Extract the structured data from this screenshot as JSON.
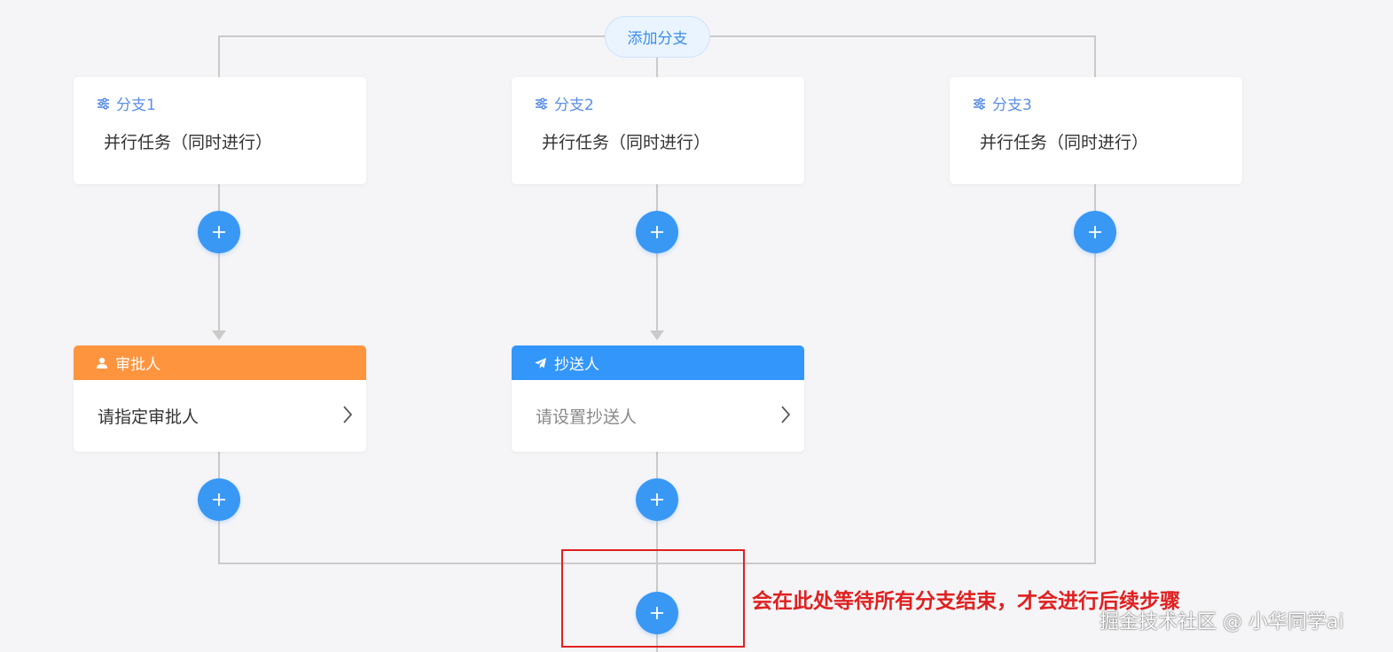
{
  "add_branch_label": "添加分支",
  "branches": [
    {
      "title": "分支1",
      "desc": "并行任务（同时进行）",
      "icon": "sliders-icon"
    },
    {
      "title": "分支2",
      "desc": "并行任务（同时进行）",
      "icon": "sliders-icon"
    },
    {
      "title": "分支3",
      "desc": "并行任务（同时进行）",
      "icon": "sliders-icon"
    }
  ],
  "approver_node": {
    "title": "审批人",
    "placeholder": "请指定审批人",
    "color": "#ff943e",
    "icon": "user-icon"
  },
  "cc_node": {
    "title": "抄送人",
    "placeholder": "请设置抄送人",
    "color": "#3296fa",
    "icon": "paper-plane-icon"
  },
  "add_button_icon": "plus-icon",
  "annotation_text": "会在此处等待所有分支结束，才会进行后续步骤",
  "annotation_color": "#e02020",
  "watermark": "掘金技术社区 @ 小华同学ai",
  "accent_color": "#3a98f5"
}
